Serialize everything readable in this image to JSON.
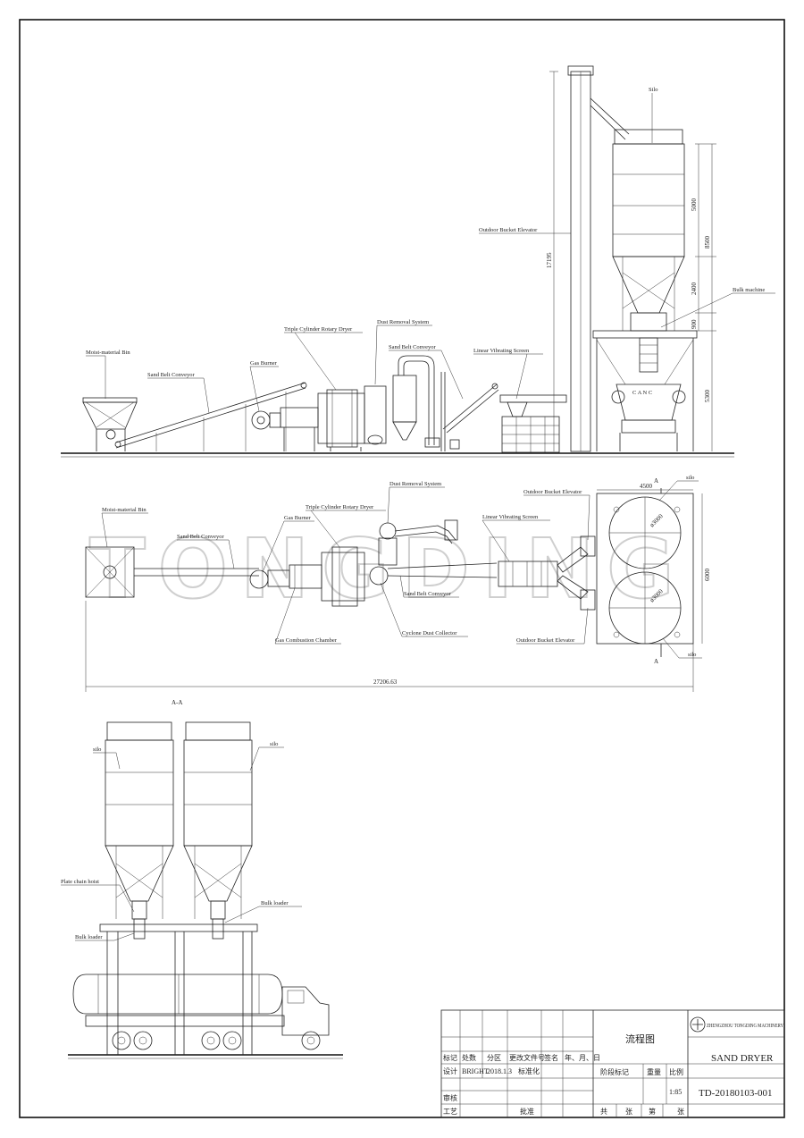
{
  "watermark": "TONGDING",
  "elevation": {
    "labels": {
      "silo": "Silo",
      "outdoor_bucket_elevator": "Outdoor Bucket Elevator",
      "bulk_machine": "Bulk machine",
      "moist_material_bin": "Moist-material Bin",
      "sand_belt_conveyor_1": "Sand Belt Conveyor",
      "gas_burner": "Gas Burner",
      "triple_cylinder_rotary_dryer": "Triple Cylinder Rotary Dryer",
      "dust_removal_system": "Dust Removal System",
      "sand_belt_conveyor_2": "Sand Belt Conveyor",
      "linear_vibrating_screen": "Linear Vibrating Screen",
      "cabinet_mark": "C A N C"
    },
    "dims": {
      "total_height": "17195",
      "silo_5000": "5000",
      "silo_8500": "8500",
      "silo_2400": "2400",
      "silo_900": "900",
      "support_5300": "5300"
    }
  },
  "plan": {
    "labels": {
      "moist_material_bin": "Moist-material Bin",
      "sand_belt_conveyor": "Sand Belt Conveyor",
      "gas_burner": "Gas Burner",
      "triple_cylinder_rotary_dryer": "Triple Cylinder Rotary Dryer",
      "dust_removal_system": "Dust Removal System",
      "linear_vibrating_screen": "Linear Vibrating Screen",
      "outdoor_bucket_elevator_top": "Outdoor Bucket Elevator",
      "outdoor_bucket_elevator_bottom": "Outdoor Bucket Elevator",
      "silo_top": "silo",
      "silo_bottom": "silo",
      "sand_belt_conveyor_2": "Sand Belt Conveyor",
      "gas_combustion_chamber": "Gas Combustion Chamber",
      "cyclone_dust_collector": "Cyclone Dust Collector",
      "section_mark_top": "A",
      "section_mark_bottom": "A"
    },
    "dims": {
      "width_4500": "4500",
      "depth_6000": "6000",
      "silo_dia_1": "ø3000",
      "silo_dia_2": "ø3000",
      "overall_length": "27206.63"
    }
  },
  "section": {
    "title": "A-A",
    "labels": {
      "silo_left": "silo",
      "silo_right": "silo",
      "plate_chain_hoist": "Plate chain hoist",
      "bulk_loader_right": "Bulk loader",
      "bulk_loader_left": "Bulk loader"
    }
  },
  "title_block": {
    "header_cells": [
      "标记",
      "处数",
      "分区",
      "更改文件号",
      "签名",
      "年、月、日"
    ],
    "design_row": [
      "设计",
      "BRIGHT",
      "2018.1.3",
      "标准化"
    ],
    "check_label": "审核",
    "process_label": "工艺",
    "approve_label": "批准",
    "drawing_name_cn": "流程图",
    "stage_mark": "阶段标记",
    "weight": "重量",
    "scale_label": "比例",
    "scale_value": "1:85",
    "sheets_row": [
      "共",
      "张",
      "第",
      "张"
    ],
    "company": "ZHENGZHOU TONGDING MACHINERY",
    "product": "SAND DRYER",
    "drawing_number": "TD-20180103-001"
  }
}
